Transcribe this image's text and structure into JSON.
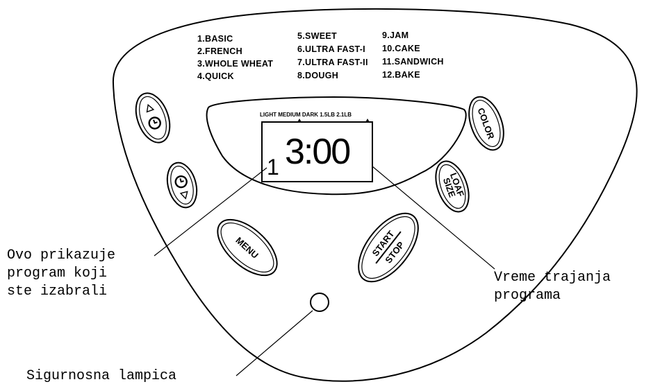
{
  "programs": {
    "col1": [
      "1.BASIC",
      "2.FRENCH",
      "3.WHOLE WHEAT",
      "4.QUICK"
    ],
    "col2": [
      "5.SWEET",
      "6.ULTRA FAST-I",
      "7.ULTRA FAST-II",
      "8.DOUGH"
    ],
    "col3": [
      "9.JAM",
      "10.CAKE",
      "11.SANDWICH",
      "12.BAKE"
    ]
  },
  "display": {
    "crust_row": "LIGHT MEDIUM DARK 1.5LB 2.1LB",
    "program_number": "1",
    "time": "3:00"
  },
  "buttons": {
    "timer_up_icon": "clock-up-icon",
    "timer_down_icon": "clock-down-icon",
    "color": "COLOR",
    "loaf_size_line1": "LOAF",
    "loaf_size_line2": "SIZE",
    "menu": "MENU",
    "start": "START",
    "stop": "STOP"
  },
  "annotations": {
    "program_shown": [
      "Ovo prikazuje",
      "program koji",
      "ste izabrali"
    ],
    "duration": [
      "Vreme trajanja",
      "programa"
    ],
    "safety_lamp": "Sigurnosna lampica"
  }
}
